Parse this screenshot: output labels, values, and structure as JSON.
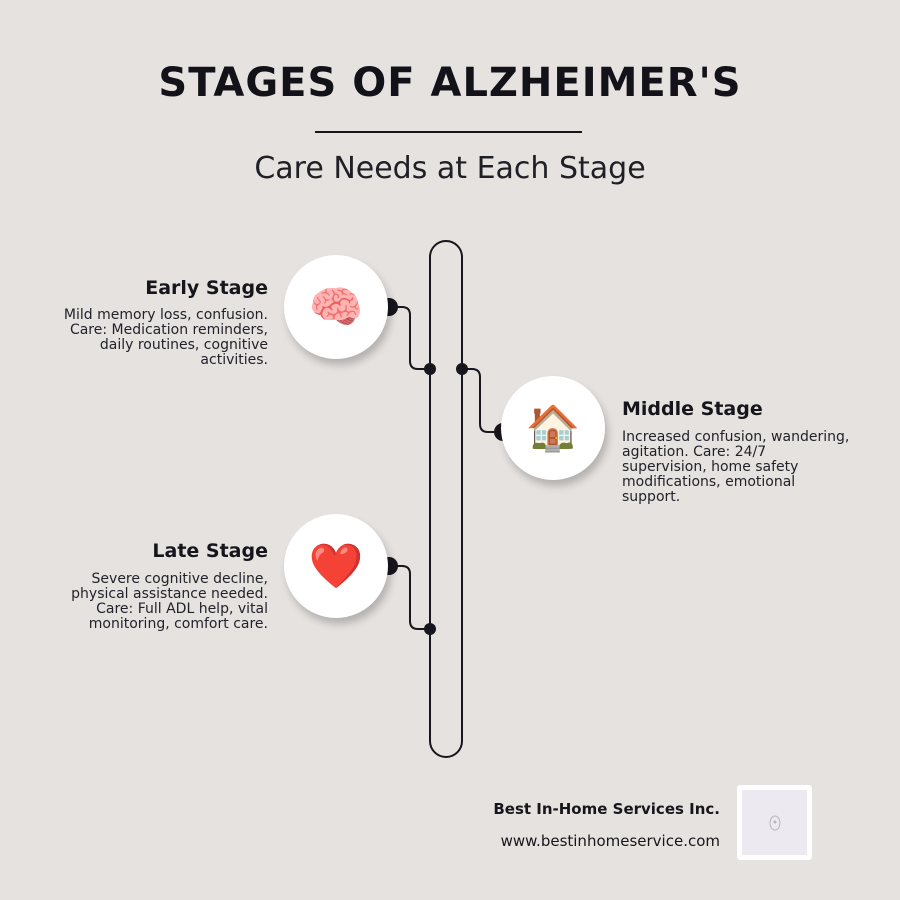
{
  "title": "STAGES OF ALZHEIMER'S",
  "subtitle": "Care Needs at Each Stage",
  "stages": [
    {
      "title": "Early Stage",
      "icon": "brain-icon",
      "emoji": "🧠",
      "description": "Mild memory loss, confusion. Care: Medication reminders, daily routines, cognitive activities."
    },
    {
      "title": "Middle Stage",
      "icon": "house-icon",
      "emoji": "🏠",
      "description": "Increased confusion, wandering, agitation. Care: 24/7 supervision, home safety modifications, emotional support."
    },
    {
      "title": "Late Stage",
      "icon": "heart-icon",
      "emoji": "❤️",
      "description": "Severe cognitive decline, physical assistance needed. Care: Full ADL help, vital monitoring, comfort care."
    }
  ],
  "footer": {
    "company": "Best In-Home Services Inc.",
    "website": "www.bestinhomeservice.com"
  },
  "colors": {
    "background": "#e6e2e0",
    "ink": "#16161c"
  }
}
